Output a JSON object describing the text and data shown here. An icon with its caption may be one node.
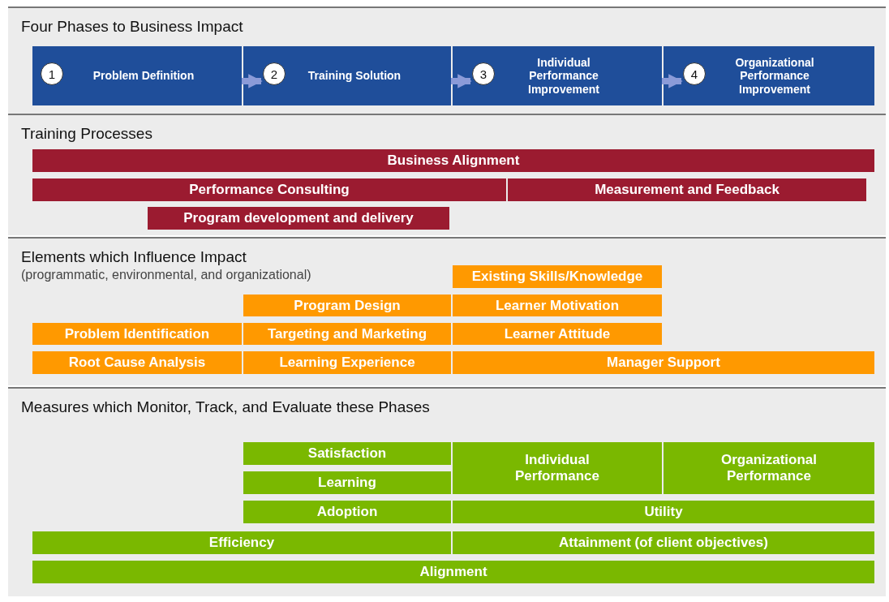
{
  "diagram": {
    "nodes": [
      {
        "text": [
          "Four Phases to Business Impact"
        ]
      },
      {
        "text": [
          "Problem Definition"
        ],
        "in": 0
      },
      {
        "text": [
          "1"
        ],
        "in": 1
      },
      {
        "text": [
          "Training Solution"
        ],
        "in": 0
      },
      {
        "text": [
          "2"
        ],
        "in": 3
      },
      {
        "text": [
          "Individual Performance Improvement"
        ],
        "in": 0
      },
      {
        "text": [
          "3"
        ],
        "in": 5
      },
      {
        "text": [
          "Organizational Performance Improvement"
        ],
        "in": 0
      },
      {
        "text": [
          "4"
        ],
        "in": 7
      },
      {
        "text": [
          "Training Processes"
        ]
      },
      {
        "text": [
          "Business Alignment"
        ],
        "in": 9
      },
      {
        "text": [
          "Performance Consulting"
        ],
        "in": 9
      },
      {
        "text": [
          "Measurement and Feedback"
        ],
        "in": 9
      },
      {
        "text": [
          "Program development and delivery"
        ],
        "in": 9
      },
      {
        "text": [
          "Elements which Influence Impact",
          "(programmatic, environmental, and organizational)"
        ]
      },
      {
        "text": [
          "Existing Skills/Knowledge"
        ],
        "in": 14
      },
      {
        "text": [
          "Program Design"
        ],
        "in": 14
      },
      {
        "text": [
          "Learner Motivation"
        ],
        "in": 14
      },
      {
        "text": [
          "Problem Identification"
        ],
        "in": 14
      },
      {
        "text": [
          "Targeting and Marketing"
        ],
        "in": 14
      },
      {
        "text": [
          "Learner Attitude"
        ],
        "in": 14
      },
      {
        "text": [
          "Root Cause Analysis"
        ],
        "in": 14
      },
      {
        "text": [
          "Learning Experience"
        ],
        "in": 14
      },
      {
        "text": [
          "Manager Support"
        ],
        "in": 14
      },
      {
        "text": [
          "Measures which Monitor, Track, and Evaluate these Phases"
        ]
      },
      {
        "text": [
          "Satisfaction"
        ],
        "in": 24
      },
      {
        "text": [
          "Individual Performance"
        ],
        "in": 24
      },
      {
        "text": [
          "Organizational Performance"
        ],
        "in": 24
      },
      {
        "text": [
          "Learning"
        ],
        "in": 24
      },
      {
        "text": [
          "Adoption"
        ],
        "in": 24
      },
      {
        "text": [
          "Utility"
        ],
        "in": 24
      },
      {
        "text": [
          "Efficiency"
        ],
        "in": 24
      },
      {
        "text": [
          "Attainment (of client objectives)"
        ],
        "in": 24
      },
      {
        "text": [
          "Alignment"
        ],
        "in": 24
      }
    ],
    "edges": [
      {
        "from": 1,
        "to": 3,
        "arrow": "to"
      },
      {
        "from": 3,
        "to": 5,
        "arrow": "to"
      },
      {
        "from": 5,
        "to": 7,
        "arrow": "to"
      }
    ]
  }
}
